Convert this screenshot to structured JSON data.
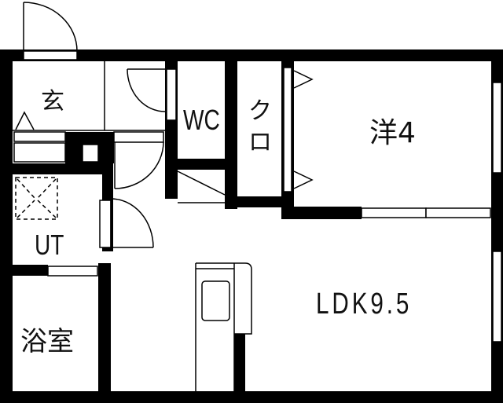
{
  "floor_plan": {
    "rooms": [
      {
        "id": "genkan",
        "label": "玄",
        "name": "Entrance"
      },
      {
        "id": "wc",
        "label": "WC",
        "name": "Toilet"
      },
      {
        "id": "closet",
        "label": "クロ",
        "name": "Closet"
      },
      {
        "id": "western",
        "label": "洋4",
        "name": "Western room 4 tatami"
      },
      {
        "id": "ut",
        "label": "UT",
        "name": "Utility"
      },
      {
        "id": "bath",
        "label": "浴室",
        "name": "Bathroom"
      },
      {
        "id": "ldk",
        "label": "LDK9.5",
        "name": "Living Dining Kitchen 9.5 tatami"
      }
    ],
    "colors": {
      "wall": "#000000",
      "background": "#ffffff"
    }
  }
}
